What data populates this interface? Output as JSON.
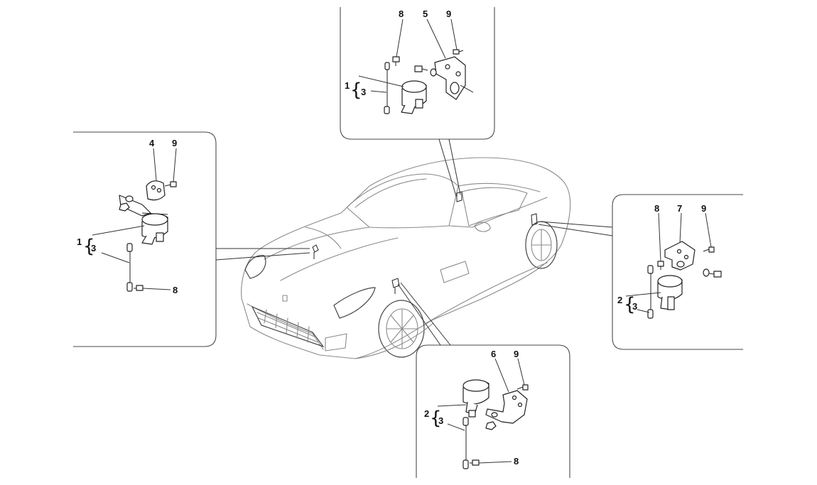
{
  "panels": {
    "top": {
      "callouts": [
        "8",
        "5",
        "9",
        "1",
        "3"
      ]
    },
    "left": {
      "callouts": [
        "4",
        "9",
        "1",
        "3",
        "8"
      ]
    },
    "right": {
      "callouts": [
        "8",
        "7",
        "9",
        "2",
        "3"
      ]
    },
    "bottom": {
      "callouts": [
        "6",
        "9",
        "2",
        "3",
        "8"
      ]
    }
  },
  "brace_glyph": "{",
  "colors": {
    "outline": "#4a4a4a",
    "car_line": "#8a8a8a",
    "part_line": "#222222"
  },
  "icons": [
    "height-sensor-icon",
    "linkage-rod-icon",
    "mounting-bracket-icon",
    "screw-icon",
    "nut-icon"
  ]
}
